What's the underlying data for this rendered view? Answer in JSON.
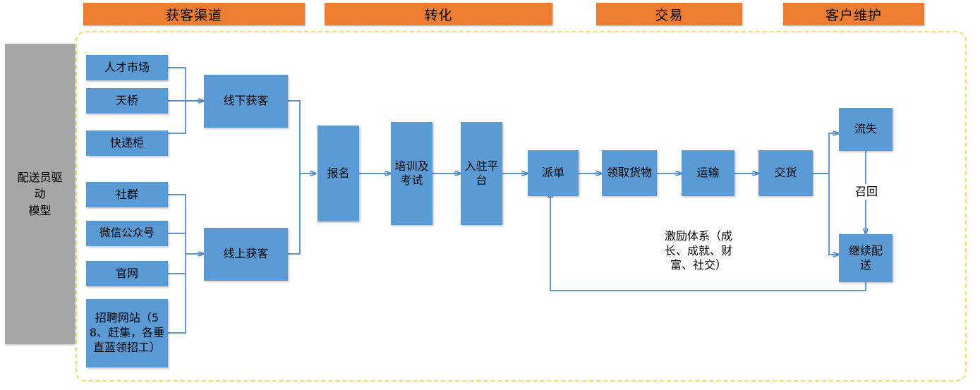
{
  "diagram": {
    "title_model": "配送员驱\n动\n模型",
    "banners": [
      {
        "id": "acquisition",
        "label": "获客渠道"
      },
      {
        "id": "conversion",
        "label": "转化"
      },
      {
        "id": "transaction",
        "label": "交易"
      },
      {
        "id": "retention",
        "label": "客户维护"
      }
    ],
    "offline_sources": [
      {
        "id": "talent-market",
        "label": "人才市场"
      },
      {
        "id": "overpass",
        "label": "天桥"
      },
      {
        "id": "express-locker",
        "label": "快递柜"
      }
    ],
    "online_sources": [
      {
        "id": "community",
        "label": "社群"
      },
      {
        "id": "wechat-official",
        "label": "微信公众号"
      },
      {
        "id": "official-site",
        "label": "官网"
      },
      {
        "id": "job-sites",
        "label": "招聘网站（58、赶集，各垂直蓝领招工）"
      }
    ],
    "aggregators": [
      {
        "id": "offline-acquisition",
        "label": "线下获客"
      },
      {
        "id": "online-acquisition",
        "label": "线上获客"
      }
    ],
    "pipeline": [
      {
        "id": "signup",
        "label": "报名"
      },
      {
        "id": "training-exam",
        "label": "培训及考试"
      },
      {
        "id": "join-platform",
        "label": "入驻平台"
      },
      {
        "id": "dispatch",
        "label": "派单"
      },
      {
        "id": "pickup-goods",
        "label": "领取货物"
      },
      {
        "id": "transport",
        "label": "运输"
      },
      {
        "id": "delivery",
        "label": "交货"
      }
    ],
    "outcomes": [
      {
        "id": "churn",
        "label": "流失"
      },
      {
        "id": "continue-delivery",
        "label": "继续配\n送"
      }
    ],
    "edge_labels": [
      {
        "id": "recall",
        "label": "召回"
      }
    ],
    "annotations": [
      {
        "id": "incentive-system",
        "label": "激励体系（成\n长、成就、财\n富、社交）"
      }
    ],
    "colors": {
      "banner": "#ED7D31",
      "node": "#5B9BD5",
      "gray_node": "#A6A6A6",
      "connector": "#4A87C4",
      "dashed_zone": "#FFD966",
      "background": "#FFFFFF"
    }
  }
}
